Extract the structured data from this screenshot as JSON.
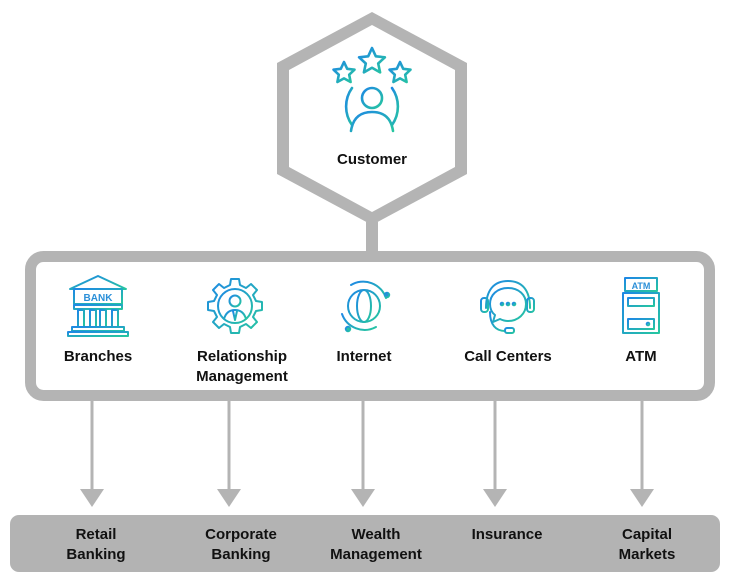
{
  "customer": {
    "label": "Customer",
    "icon": "customer-rating-icon"
  },
  "channels": [
    {
      "label_lines": [
        "Branches"
      ],
      "icon": "bank-icon"
    },
    {
      "label_lines": [
        "Relationship",
        "Management"
      ],
      "icon": "relationship-gear-icon"
    },
    {
      "label_lines": [
        "Internet"
      ],
      "icon": "globe-icon"
    },
    {
      "label_lines": [
        "Call Centers"
      ],
      "icon": "headset-chat-icon"
    },
    {
      "label_lines": [
        "ATM"
      ],
      "icon": "atm-icon"
    }
  ],
  "business_lines": [
    {
      "label_lines": [
        "Retail",
        "Banking"
      ]
    },
    {
      "label_lines": [
        "Corporate",
        "Banking"
      ]
    },
    {
      "label_lines": [
        "Wealth",
        "Management"
      ]
    },
    {
      "label_lines": [
        "Insurance"
      ]
    },
    {
      "label_lines": [
        "Capital",
        "Markets"
      ]
    }
  ],
  "colors": {
    "frame": "#b4b4b4",
    "panel_fill": "#ffffff",
    "bottom_bar": "#b3b3b3",
    "arrow": "#b4b4b4",
    "icon_gradient_start": "#1e88e5",
    "icon_gradient_end": "#26c6a0",
    "text": "#111111"
  }
}
